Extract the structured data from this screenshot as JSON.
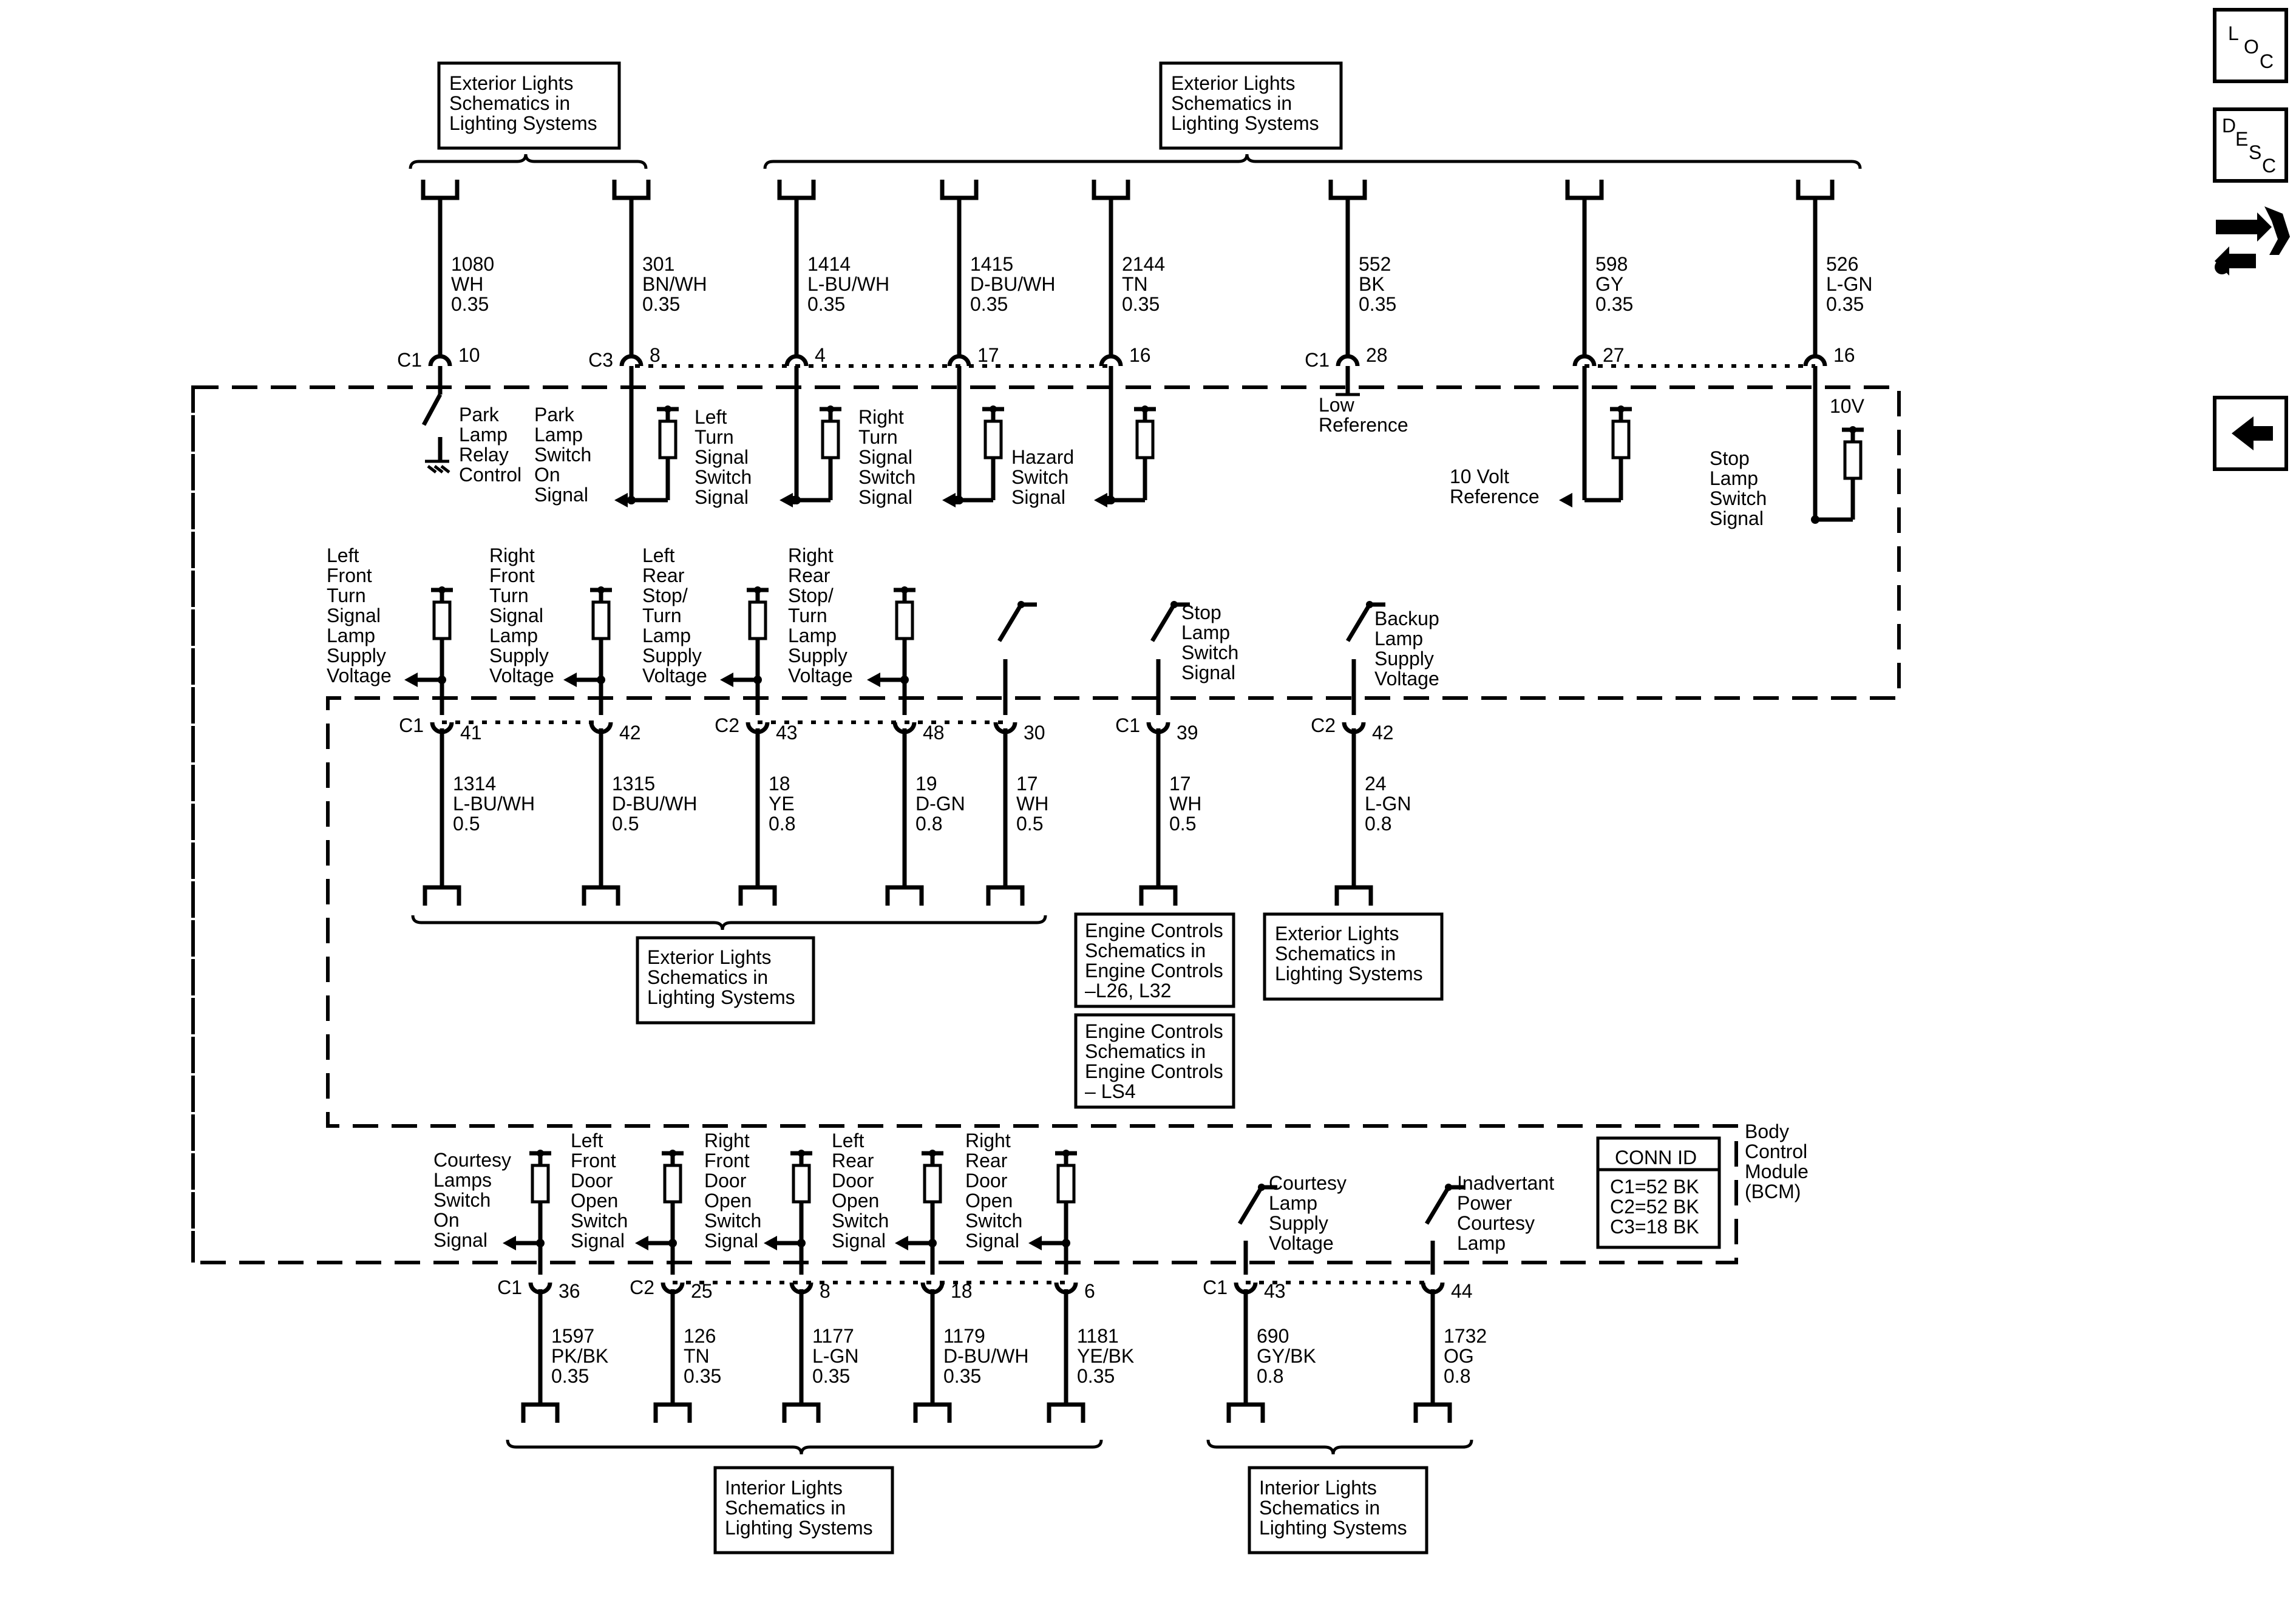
{
  "nav": {
    "loc": [
      "L",
      "O",
      "C"
    ],
    "desc": [
      "D",
      "E",
      "S",
      "C"
    ]
  },
  "top_boxes": {
    "left": [
      "Exterior Lights",
      "Schematics in",
      "Lighting Systems"
    ],
    "right": [
      "Exterior Lights",
      "Schematics in",
      "Lighting Systems"
    ]
  },
  "top_wires": [
    {
      "circuit": "1080",
      "color": "WH",
      "gauge": "0.35",
      "conn": "C1",
      "pin": "10"
    },
    {
      "circuit": "301",
      "color": "BN/WH",
      "gauge": "0.35",
      "conn": "C3",
      "pin": "8"
    },
    {
      "circuit": "1414",
      "color": "L-BU/WH",
      "gauge": "0.35",
      "conn": "",
      "pin": "4"
    },
    {
      "circuit": "1415",
      "color": "D-BU/WH",
      "gauge": "0.35",
      "conn": "",
      "pin": "17"
    },
    {
      "circuit": "2144",
      "color": "TN",
      "gauge": "0.35",
      "conn": "",
      "pin": "16"
    },
    {
      "circuit": "552",
      "color": "BK",
      "gauge": "0.35",
      "conn": "C1",
      "pin": "28"
    },
    {
      "circuit": "598",
      "color": "GY",
      "gauge": "0.35",
      "conn": "",
      "pin": "27"
    },
    {
      "circuit": "526",
      "color": "L-GN",
      "gauge": "0.35",
      "conn": "",
      "pin": "16"
    }
  ],
  "top_signals": [
    [
      "Park",
      "Lamp",
      "Relay",
      "Control"
    ],
    [
      "Park",
      "Lamp",
      "Switch",
      "On",
      "Signal"
    ],
    [
      "Left",
      "Turn",
      "Signal",
      "Switch",
      "Signal"
    ],
    [
      "Right",
      "Turn",
      "Signal",
      "Switch",
      "Signal"
    ],
    [
      "Hazard",
      "Switch",
      "Signal"
    ],
    [
      "Low",
      "Reference"
    ],
    [
      "10 Volt",
      "Reference"
    ],
    [
      "Stop",
      "Lamp",
      "Switch",
      "Signal"
    ]
  ],
  "ten_v": "10V",
  "mid_signals": [
    [
      "Left",
      "Front",
      "Turn",
      "Signal",
      "Lamp",
      "Supply",
      "Voltage"
    ],
    [
      "Right",
      "Front",
      "Turn",
      "Signal",
      "Lamp",
      "Supply",
      "Voltage"
    ],
    [
      "Left",
      "Rear",
      "Stop/",
      "Turn",
      "Lamp",
      "Supply",
      "Voltage"
    ],
    [
      "Right",
      "Rear",
      "Stop/",
      "Turn",
      "Lamp",
      "Supply",
      "Voltage"
    ],
    [],
    [
      "Stop",
      "Lamp",
      "Switch",
      "Signal"
    ],
    [
      "Backup",
      "Lamp",
      "Supply",
      "Voltage"
    ]
  ],
  "mid_wires": [
    {
      "circuit": "1314",
      "color": "L-BU/WH",
      "gauge": "0.5",
      "conn": "C1",
      "pin": "41"
    },
    {
      "circuit": "1315",
      "color": "D-BU/WH",
      "gauge": "0.5",
      "conn": "",
      "pin": "42"
    },
    {
      "circuit": "18",
      "color": "YE",
      "gauge": "0.8",
      "conn": "C2",
      "pin": "43"
    },
    {
      "circuit": "19",
      "color": "D-GN",
      "gauge": "0.8",
      "conn": "",
      "pin": "48"
    },
    {
      "circuit": "17",
      "color": "WH",
      "gauge": "0.5",
      "conn": "",
      "pin": "30"
    },
    {
      "circuit": "17",
      "color": "WH",
      "gauge": "0.5",
      "conn": "C1",
      "pin": "39"
    },
    {
      "circuit": "24",
      "color": "L-GN",
      "gauge": "0.8",
      "conn": "C2",
      "pin": "42"
    }
  ],
  "mid_boxes": {
    "exterior": [
      "Exterior Lights",
      "Schematics in",
      "Lighting Systems"
    ],
    "engine1": [
      "Engine Controls",
      "Schematics in",
      "Engine Controls",
      "–L26, L32"
    ],
    "engine2": [
      "Engine Controls",
      "Schematics in",
      "Engine Controls",
      "– LS4"
    ],
    "exterior2": [
      "Exterior Lights",
      "Schematics in",
      "Lighting Systems"
    ]
  },
  "bcm_label": [
    "Body",
    "Control",
    "Module",
    "(BCM)"
  ],
  "conn_id": {
    "title": "CONN ID",
    "rows": [
      "C1=52 BK",
      "C2=52 BK",
      "C3=18 BK"
    ]
  },
  "bot_signals": [
    [
      "Courtesy",
      "Lamps",
      "Switch",
      "On",
      "Signal"
    ],
    [
      "Left",
      "Front",
      "Door",
      "Open",
      "Switch",
      "Signal"
    ],
    [
      "Right",
      "Front",
      "Door",
      "Open",
      "Switch",
      "Signal"
    ],
    [
      "Left",
      "Rear",
      "Door",
      "Open",
      "Switch",
      "Signal"
    ],
    [
      "Right",
      "Rear",
      "Door",
      "Open",
      "Switch",
      "Signal"
    ],
    [
      "Courtesy",
      "Lamp",
      "Supply",
      "Voltage"
    ],
    [
      "Inadvertant",
      "Power",
      "Courtesy",
      "Lamp"
    ]
  ],
  "bot_wires": [
    {
      "circuit": "1597",
      "color": "PK/BK",
      "gauge": "0.35",
      "conn": "C1",
      "pin": "36"
    },
    {
      "circuit": "126",
      "color": "TN",
      "gauge": "0.35",
      "conn": "C2",
      "pin": "25"
    },
    {
      "circuit": "1177",
      "color": "L-GN",
      "gauge": "0.35",
      "conn": "",
      "pin": "8"
    },
    {
      "circuit": "1179",
      "color": "D-BU/WH",
      "gauge": "0.35",
      "conn": "",
      "pin": "18"
    },
    {
      "circuit": "1181",
      "color": "YE/BK",
      "gauge": "0.35",
      "conn": "",
      "pin": "6"
    },
    {
      "circuit": "690",
      "color": "GY/BK",
      "gauge": "0.8",
      "conn": "C1",
      "pin": "43"
    },
    {
      "circuit": "1732",
      "color": "OG",
      "gauge": "0.8",
      "conn": "",
      "pin": "44"
    }
  ],
  "bot_boxes": {
    "left": [
      "Interior Lights",
      "Schematics in",
      "Lighting Systems"
    ],
    "right": [
      "Interior Lights",
      "Schematics in",
      "Lighting Systems"
    ]
  }
}
